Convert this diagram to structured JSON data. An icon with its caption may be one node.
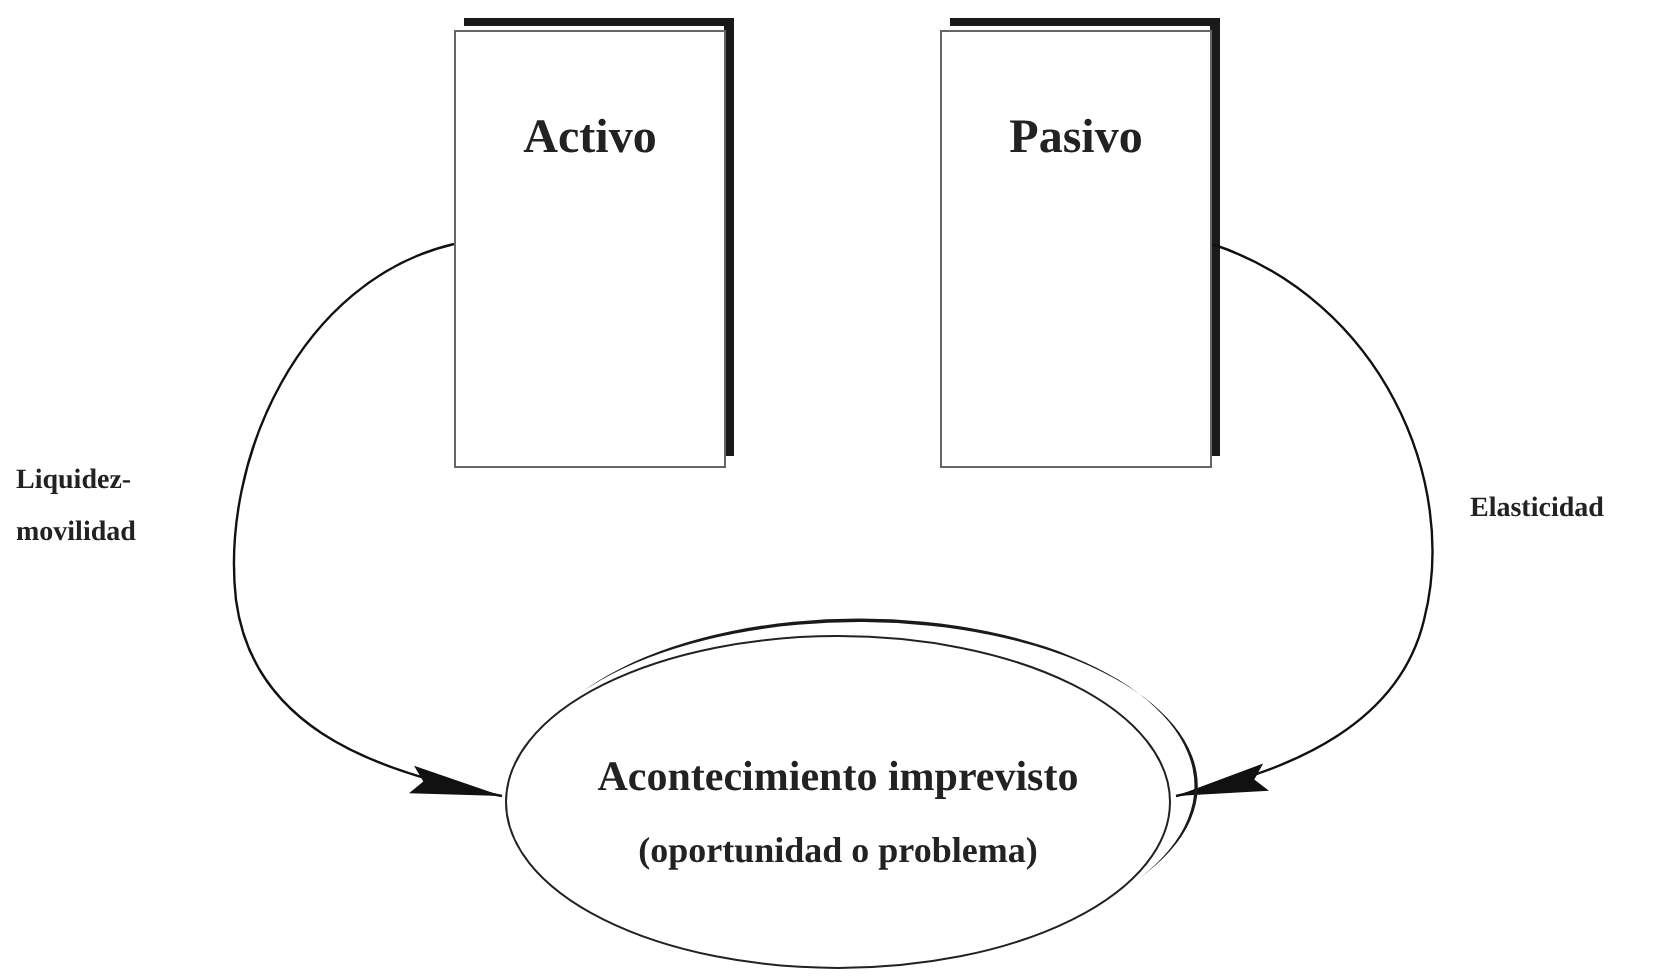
{
  "diagram": {
    "nodes": [
      {
        "text": [
          "Activo"
        ]
      },
      {
        "text": [
          "Pasivo"
        ]
      },
      {
        "text": [
          "Acontecimiento imprevisto",
          "(oportunidad o problema)"
        ]
      }
    ],
    "edges": [
      {
        "from": 0,
        "to": 2,
        "arrow": "to",
        "label": "Liquidez- movilidad"
      },
      {
        "from": 1,
        "to": 2,
        "arrow": "to",
        "label": "Elasticidad"
      }
    ]
  }
}
